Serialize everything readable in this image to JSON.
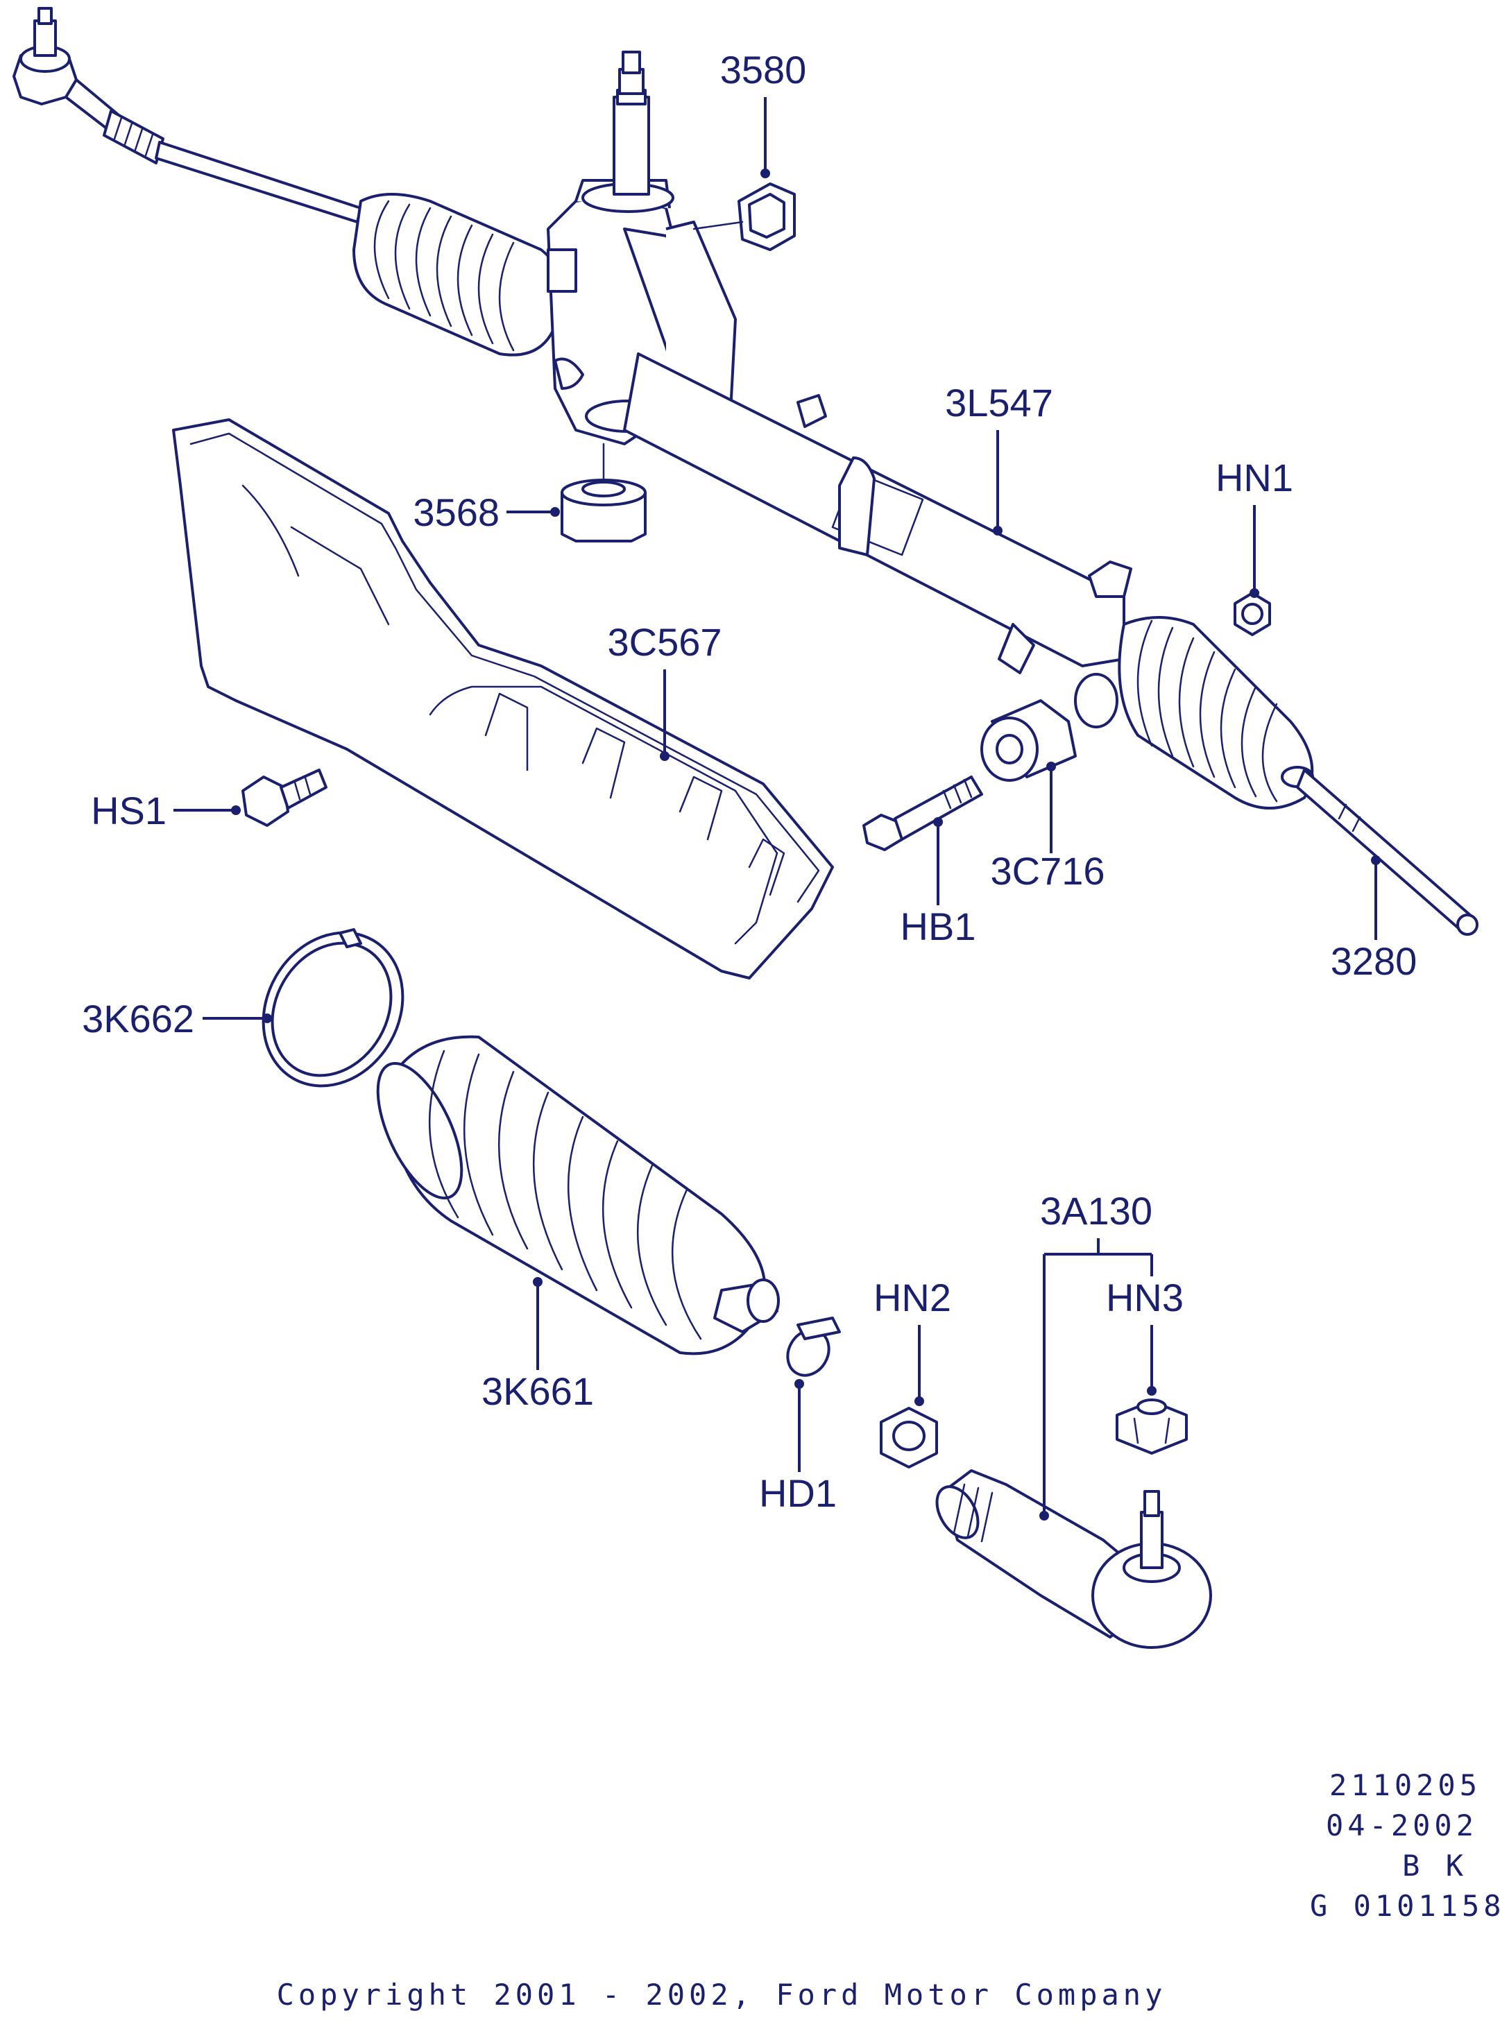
{
  "labels": {
    "l3580": "3580",
    "l3l547": "3L547",
    "lhn1": "HN1",
    "l3568": "3568",
    "l3c567": "3C567",
    "lhs1": "HS1",
    "l3c716": "3C716",
    "lhb1": "HB1",
    "l3280": "3280",
    "l3k662": "3K662",
    "l3a130": "3A130",
    "lhn2": "HN2",
    "lhn3": "HN3",
    "l3k661": "3K661",
    "lhd1": "HD1"
  },
  "footer": {
    "line1": "2110205",
    "line2": "04-2002",
    "line3": "B K",
    "line4": "G 0101158 (",
    "copyright": "Copyright 2001 - 2002, Ford Motor Company"
  }
}
